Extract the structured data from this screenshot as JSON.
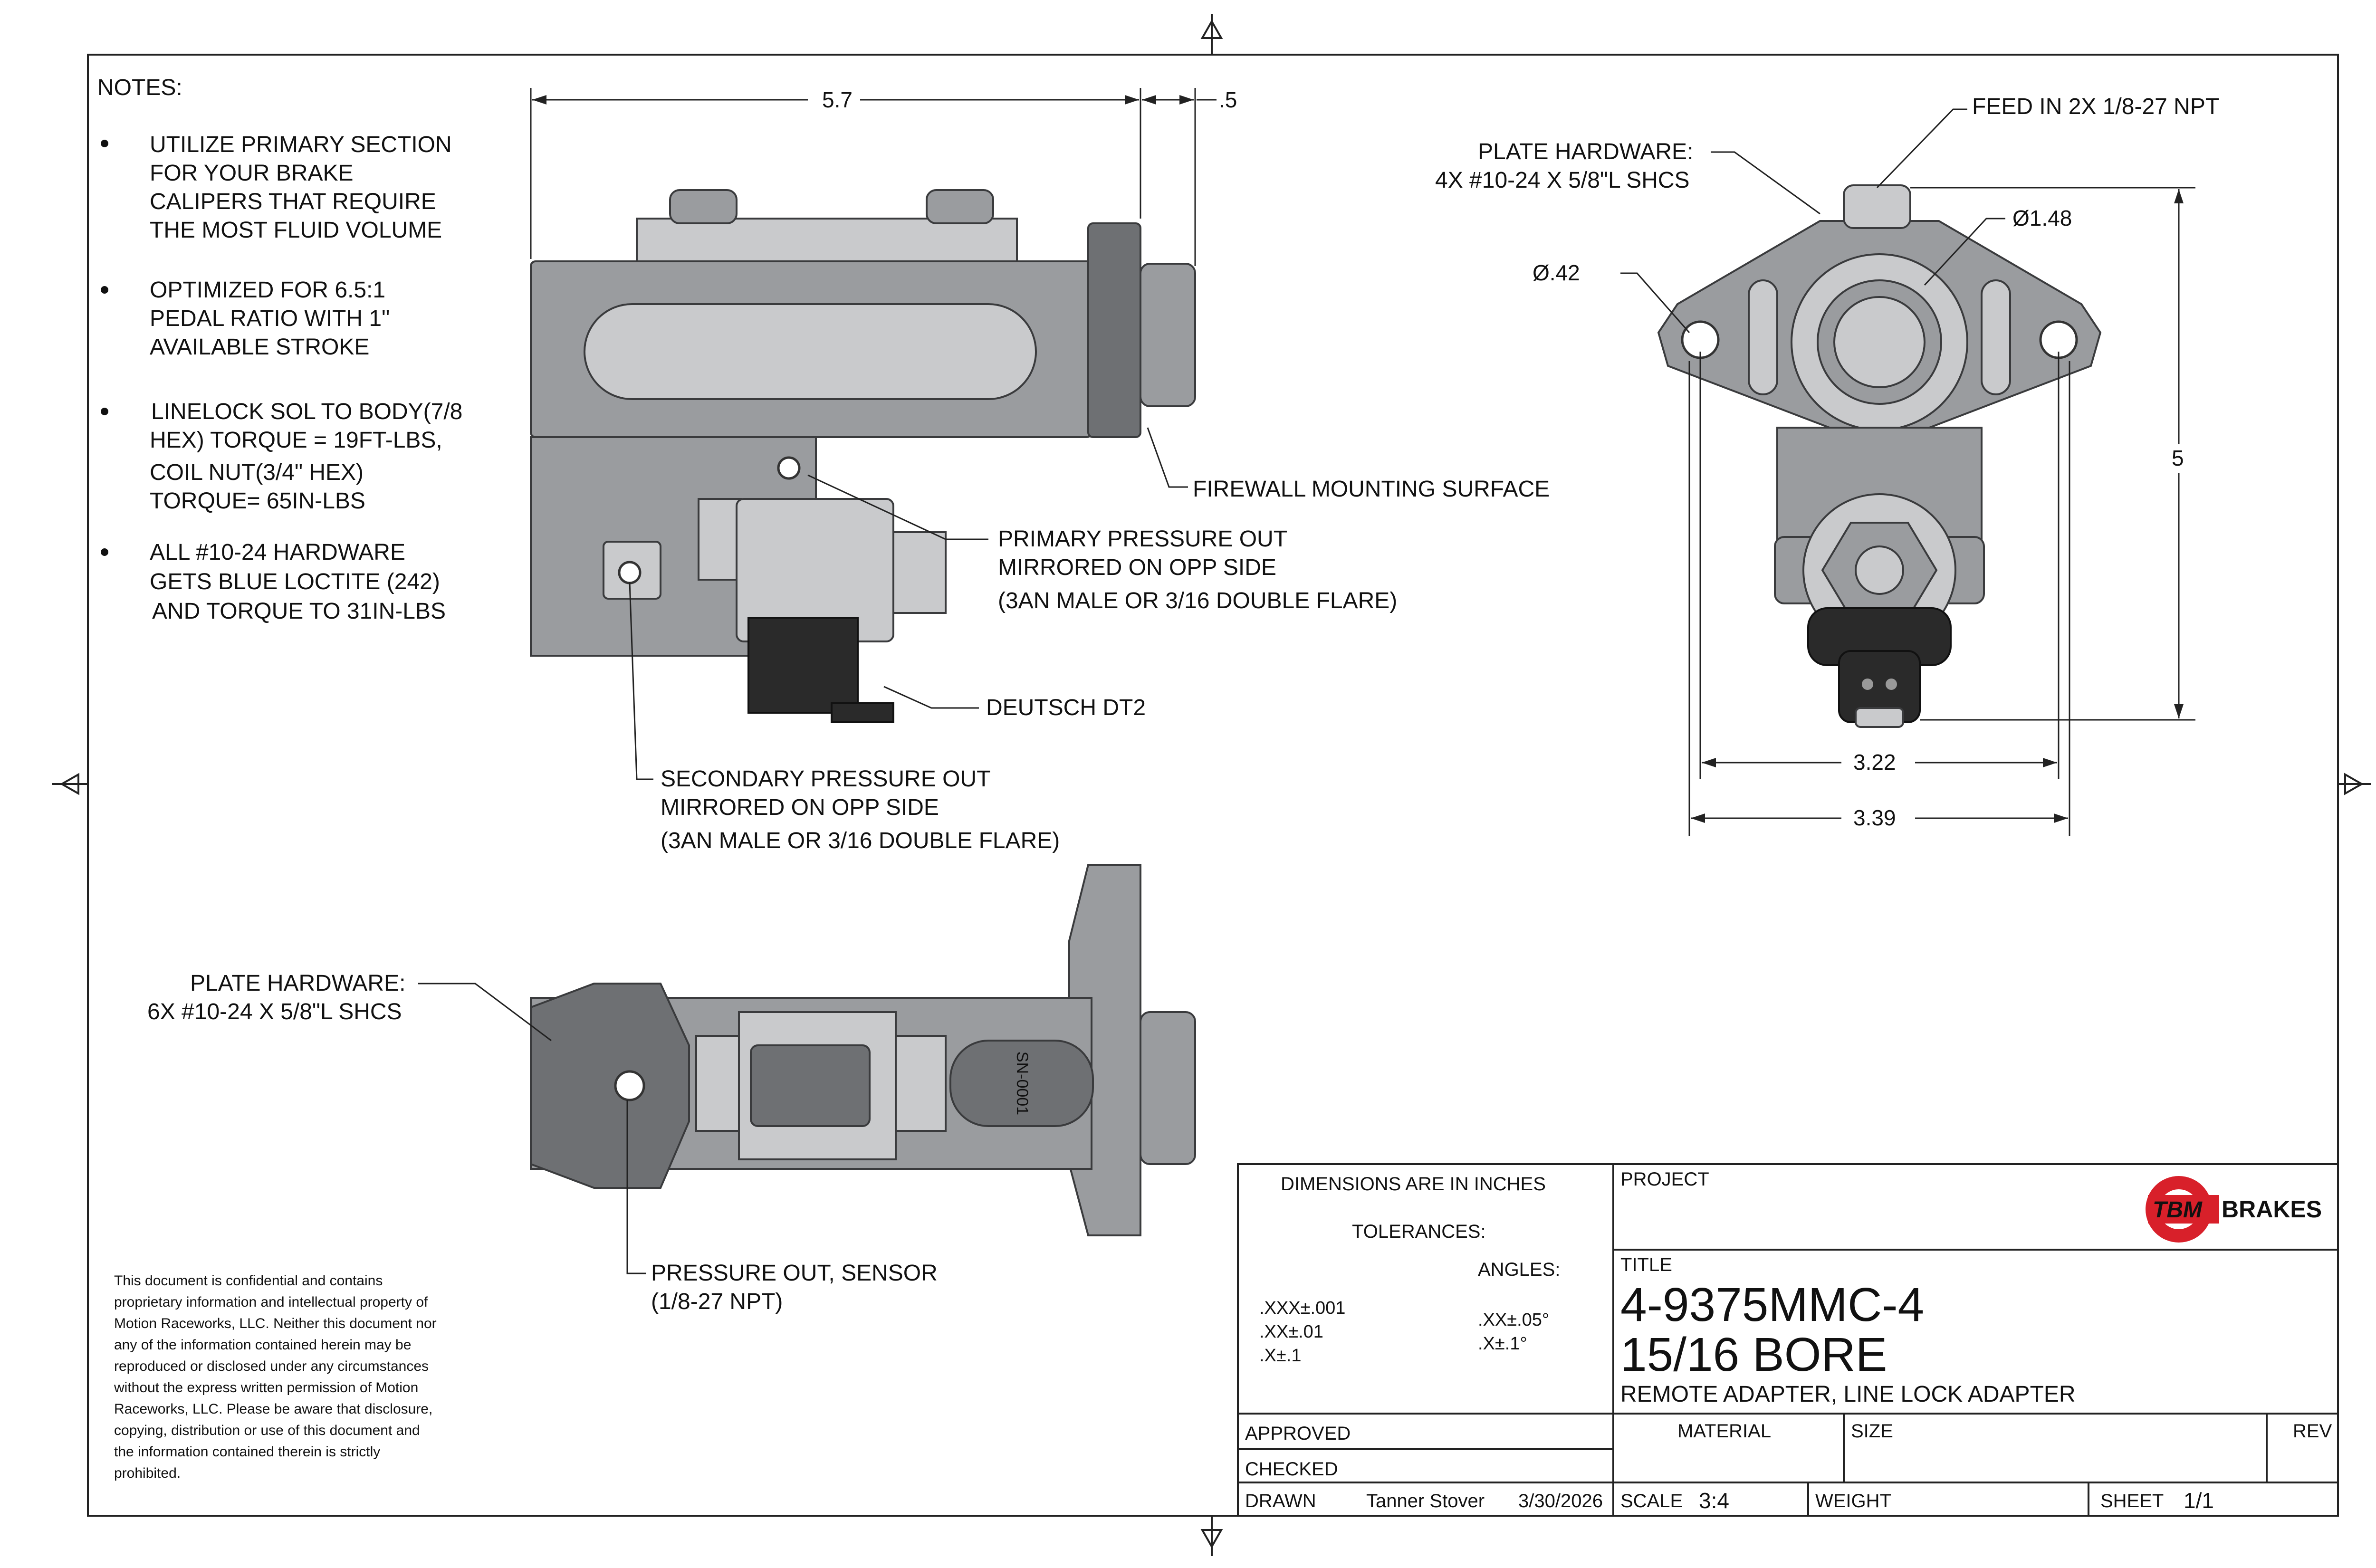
{
  "notes": {
    "heading": "NOTES:",
    "items": [
      [
        "UTILIZE PRIMARY SECTION",
        "FOR YOUR BRAKE",
        "CALIPERS THAT REQUIRE",
        "THE MOST FLUID VOLUME"
      ],
      [
        "OPTIMIZED FOR 6.5:1",
        "PEDAL RATIO WITH 1\"",
        "AVAILABLE STROKE"
      ],
      [
        "LINELOCK SOL TO BODY(7/8",
        "HEX) TORQUE = 19FT-LBS,",
        "COIL NUT(3/4\" HEX)",
        "TORQUE= 65IN-LBS"
      ],
      [
        "ALL #10-24 HARDWARE",
        "GETS BLUE LOCTITE (242)",
        "AND TORQUE TO 31IN-LBS"
      ]
    ]
  },
  "dimensions": {
    "side_length": "5.7",
    "side_flange": ".5",
    "front_height": "5",
    "front_width_inner": "3.22",
    "front_width_outer": "3.39",
    "bore_dia": "Ø1.48",
    "hole_dia": "Ø.42"
  },
  "callouts": {
    "feed_in": "FEED IN 2X 1/8-27 NPT",
    "plate_hw_front": [
      "PLATE HARDWARE:",
      "4X #10-24 X 5/8\"L SHCS"
    ],
    "firewall": "FIREWALL MOUNTING SURFACE",
    "primary_out": [
      "PRIMARY PRESSURE OUT",
      "MIRRORED ON OPP SIDE",
      "(3AN MALE OR 3/16 DOUBLE FLARE)"
    ],
    "deutsch": "DEUTSCH DT2",
    "secondary_out": [
      "SECONDARY PRESSURE OUT",
      "MIRRORED ON OPP SIDE",
      "(3AN MALE OR 3/16 DOUBLE FLARE)"
    ],
    "plate_hw_bottom": [
      "PLATE HARDWARE:",
      "6X #10-24 X 5/8\"L SHCS"
    ],
    "sensor_out": [
      "PRESSURE OUT, SENSOR",
      "(1/8-27 NPT)"
    ],
    "part_engraving": "SN-0001"
  },
  "confidential": [
    "This document is confidential and contains",
    "proprietary information and intellectual property of",
    "Motion Raceworks, LLC. Neither this document nor",
    "any of the information contained herein may be",
    "reproduced or disclosed under any circumstances",
    "without the express written permission of Motion",
    "Raceworks, LLC. Please be aware that disclosure,",
    "copying, distribution or use of this document and",
    "the information contained therein is strictly",
    "prohibited."
  ],
  "title_block": {
    "dims_in": "DIMENSIONS ARE IN INCHES",
    "tolerances": "TOLERANCES:",
    "angles": "ANGLES:",
    "tol_values": [
      ".XXX±.001",
      ".XX±.01",
      ".X±.1"
    ],
    "angle_values": [
      ".XX±.05°",
      ".X±.1°"
    ],
    "project_label": "PROJECT",
    "title_label": "TITLE",
    "part_number": "4-9375MMC-4",
    "bore": "15/16 BORE",
    "description": "REMOTE ADAPTER, LINE LOCK ADAPTER",
    "approved": "APPROVED",
    "checked": "CHECKED",
    "drawn": "DRAWN",
    "drawn_by": "Tanner Stover",
    "date": "3/30/2026",
    "material": "MATERIAL",
    "size": "SIZE",
    "rev": "REV",
    "scale_label": "SCALE",
    "scale_value": "3:4",
    "weight": "WEIGHT",
    "sheet_label": "SHEET",
    "sheet_value": "1/1",
    "logo_a": "TBM",
    "logo_b": "BRAKES"
  },
  "colors": {
    "logo_red": "#d8202a",
    "metal_dark": "#6e7073",
    "metal_light": "#c9cacc"
  }
}
